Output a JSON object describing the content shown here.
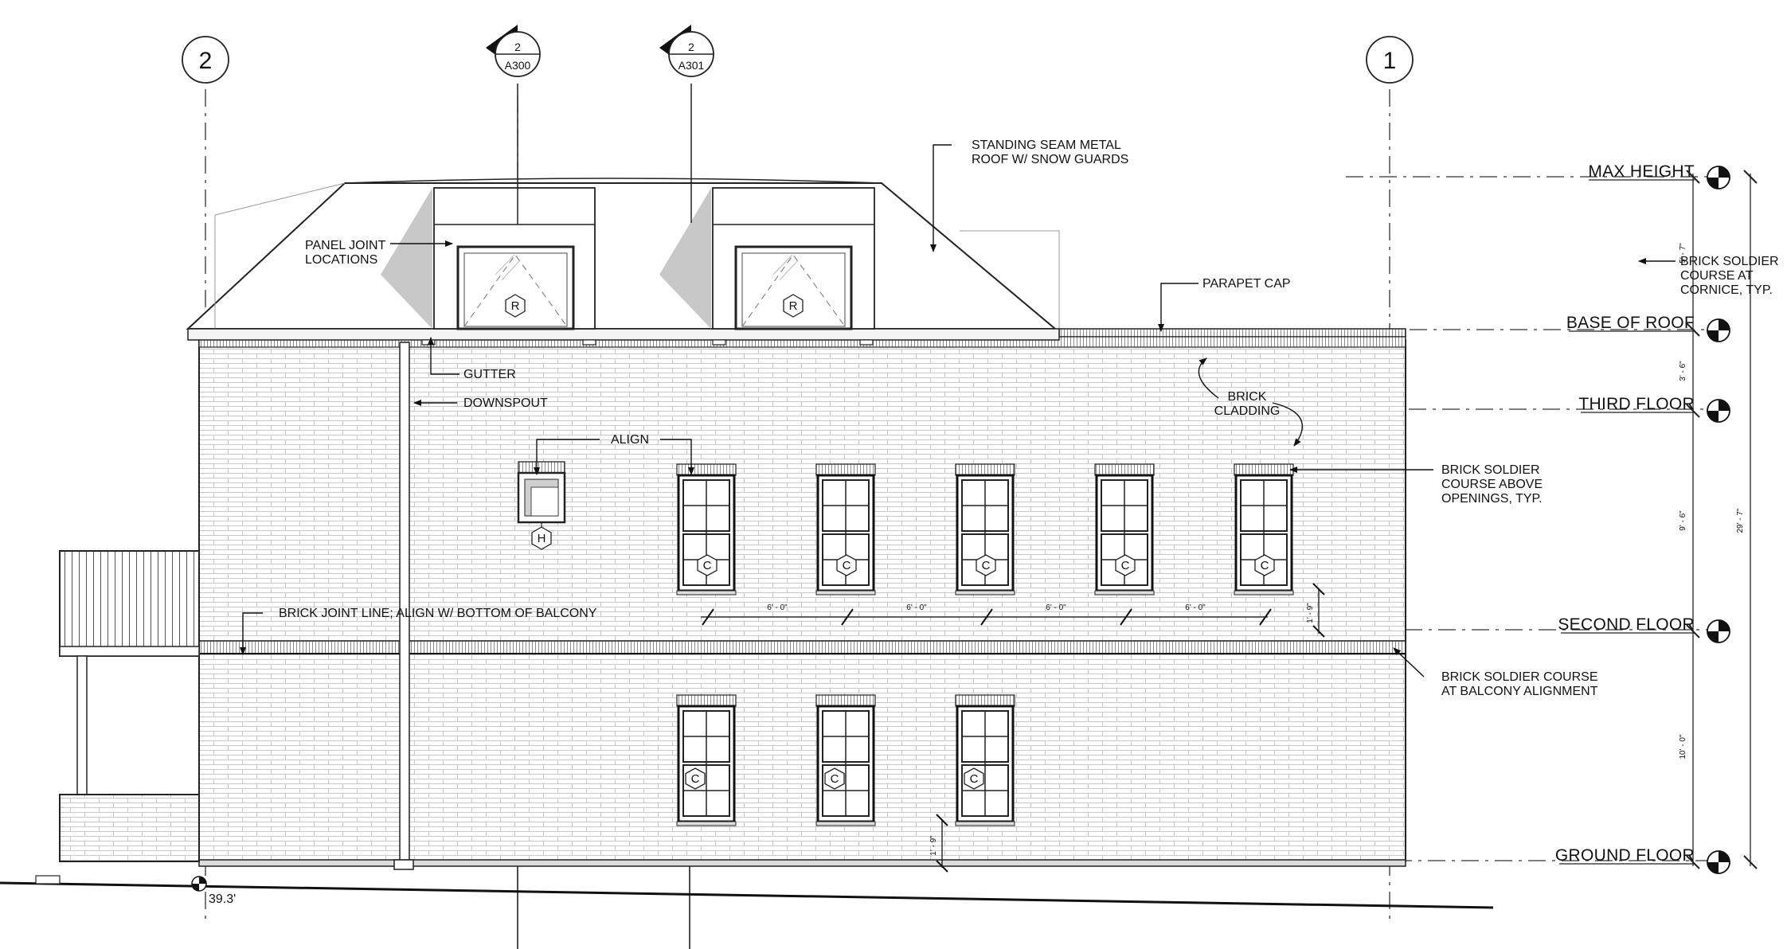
{
  "grids": [
    {
      "label": "2"
    },
    {
      "label": "1"
    }
  ],
  "section_markers": [
    {
      "number": "2",
      "sheet": "A300"
    },
    {
      "number": "2",
      "sheet": "A301"
    }
  ],
  "levels": [
    {
      "name": "MAX HEIGHT"
    },
    {
      "name": "BASE OF ROOF"
    },
    {
      "name": "THIRD FLOOR"
    },
    {
      "name": "SECOND FLOOR"
    },
    {
      "name": "GROUND FLOOR"
    }
  ],
  "notes": {
    "roof": [
      "STANDING SEAM METAL",
      "ROOF W/ SNOW GUARDS"
    ],
    "panel_joint": [
      "PANEL JOINT",
      "LOCATIONS"
    ],
    "parapet_cap": "PARAPET CAP",
    "gutter": "GUTTER",
    "downspout": "DOWNSPOUT",
    "align": "ALIGN",
    "brick_cladding": [
      "BRICK",
      "CLADDING"
    ],
    "soldier_openings": [
      "BRICK SOLDIER",
      "COURSE ABOVE",
      "OPENINGS, TYP."
    ],
    "soldier_cornice": [
      "BRICK SOLDIER",
      "COURSE AT",
      "CORNICE, TYP."
    ],
    "joint_line": "BRICK JOINT LINE; ALIGN W/ BOTTOM OF BALCONY",
    "soldier_balcony": [
      "BRICK SOLDIER COURSE",
      "AT BALCONY ALIGNMENT"
    ]
  },
  "window_tags": {
    "dormer": "R",
    "window": "C",
    "small_window": "H"
  },
  "dimensions": {
    "spacing": [
      "6' - 0\"",
      "6' - 0\"",
      "6' - 0\"",
      "6' - 0\""
    ],
    "sill_upper": "1' - 9\"",
    "sill_lower": "1' - 9\"",
    "max_to_roof": "5' - 7\"",
    "roof_to_third": "3' - 6\"",
    "third_to_second": "9' - 6\"",
    "second_to_ground": "10' - 0\"",
    "overall": "29' - 7\""
  },
  "spot_elevation": "39.3'"
}
